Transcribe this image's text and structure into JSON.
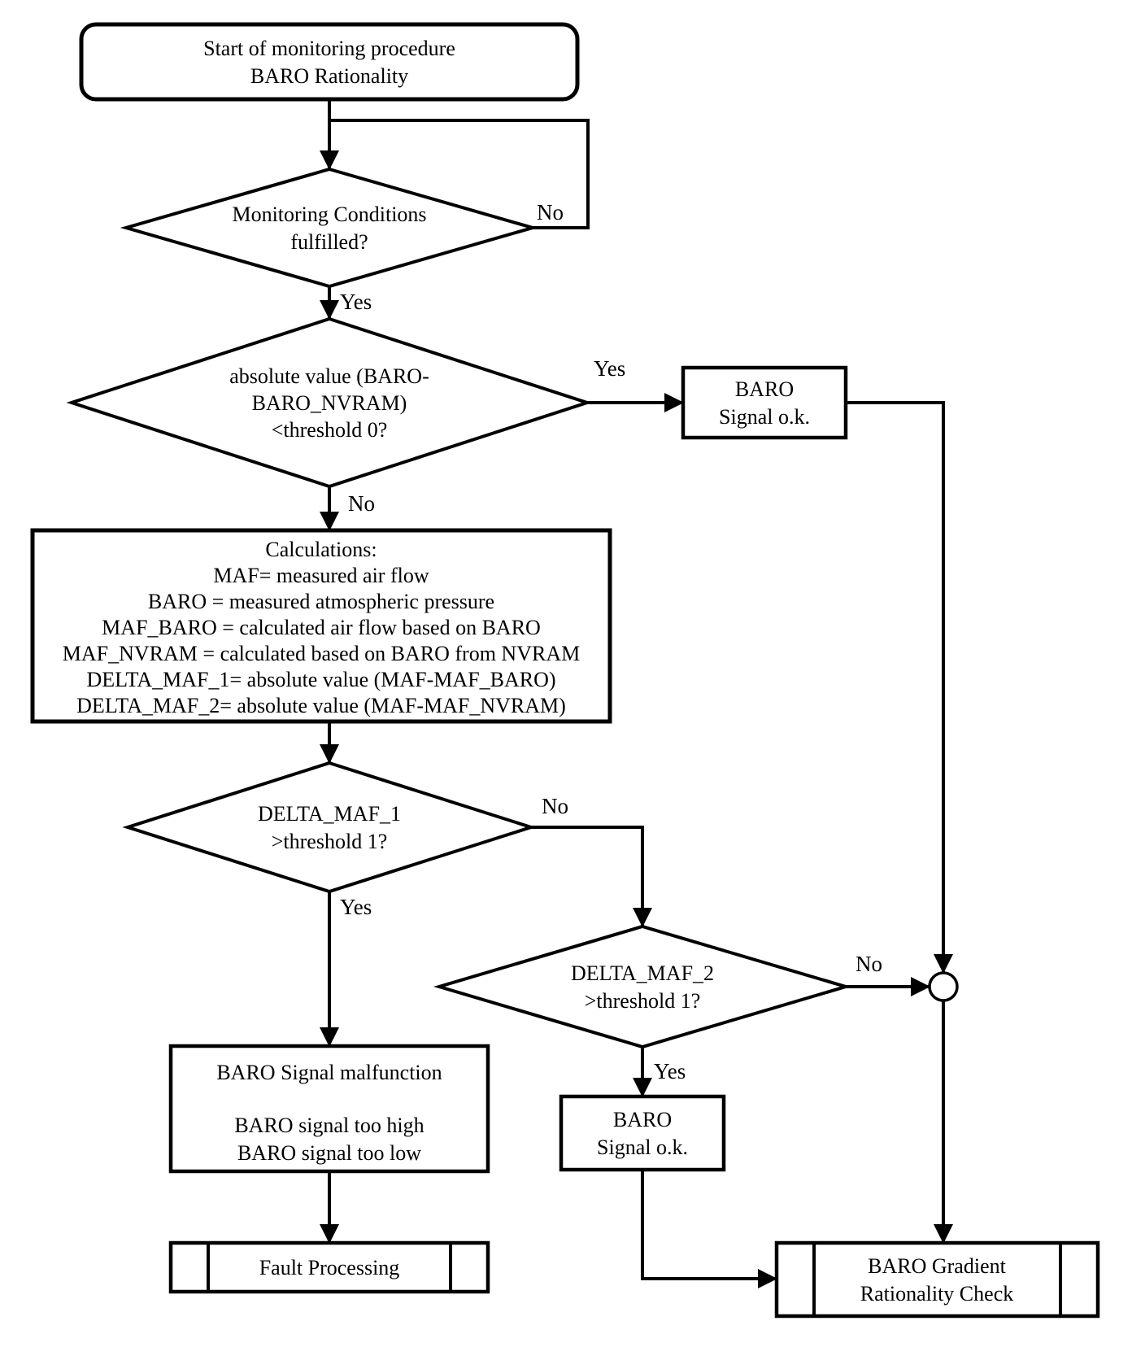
{
  "nodes": {
    "start": {
      "shape": "terminator",
      "lines": [
        "Start of monitoring procedure",
        "BARO Rationality"
      ]
    },
    "monitoring_conditions": {
      "shape": "decision",
      "lines": [
        "Monitoring Conditions",
        "fulfilled?"
      ]
    },
    "abs_baro_check": {
      "shape": "decision",
      "lines": [
        "absolute value (BARO-",
        "BARO_NVRAM)",
        "<threshold 0?"
      ]
    },
    "baro_signal_ok_top": {
      "shape": "process",
      "lines": [
        "BARO",
        "Signal o.k."
      ]
    },
    "calculations": {
      "shape": "process",
      "lines": [
        "Calculations:",
        "MAF= measured air flow",
        "BARO = measured atmospheric pressure",
        "MAF_BARO = calculated air flow based on BARO",
        "MAF_NVRAM = calculated based on BARO from NVRAM",
        "DELTA_MAF_1= absolute value (MAF-MAF_BARO)",
        "DELTA_MAF_2= absolute value (MAF-MAF_NVRAM)"
      ]
    },
    "delta_maf_1": {
      "shape": "decision",
      "lines": [
        "DELTA_MAF_1",
        ">threshold 1?"
      ]
    },
    "delta_maf_2": {
      "shape": "decision",
      "lines": [
        "DELTA_MAF_2",
        ">threshold 1?"
      ]
    },
    "baro_malfunction": {
      "shape": "process",
      "lines": [
        "BARO Signal malfunction",
        "BARO signal too high",
        "BARO signal too low"
      ]
    },
    "baro_signal_ok_bottom": {
      "shape": "process",
      "lines": [
        "BARO",
        "Signal o.k."
      ]
    },
    "fault_processing": {
      "shape": "subroutine",
      "lines": [
        "Fault Processing"
      ]
    },
    "baro_gradient_check": {
      "shape": "subroutine",
      "lines": [
        "BARO Gradient",
        "Rationality Check"
      ]
    }
  },
  "edge_labels": {
    "monitoring_no": "No",
    "monitoring_yes": "Yes",
    "abs_yes": "Yes",
    "abs_no": "No",
    "delta1_no": "No",
    "delta1_yes": "Yes",
    "delta2_no": "No",
    "delta2_yes": "Yes"
  },
  "colors": {
    "stroke": "#000000",
    "background": "#ffffff"
  }
}
